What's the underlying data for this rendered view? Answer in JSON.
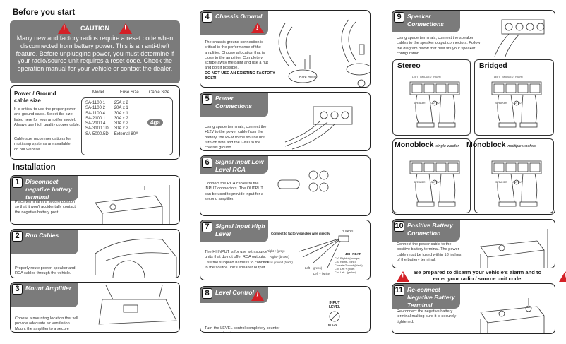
{
  "before": {
    "title": "Before you start",
    "caution_title": "CAUTION",
    "caution_text": "Many new and factory radios require a reset code when disconnected from battery power. This is an anti-theft feature. Before unplugging power, you must determine if your radio/source unit requires a reset code. Check the operation manual for your vehicle or contact the dealer."
  },
  "cable": {
    "title": "Power / Ground cable size",
    "text1": "It is critical to use the proper power and ground cable. Select the size listed here for your amplifier model. Always use high quality copper cable.",
    "text2": "Cable size recommendations for multi amp systems are available on our website.",
    "headers": [
      "Model",
      "Fuse Size",
      "Cable Size"
    ],
    "rows": [
      [
        "SA-1100.1",
        "25A x 2"
      ],
      [
        "SA-1100.2",
        "20A x 1"
      ],
      [
        "SA-1100.4",
        "30A x 1"
      ],
      [
        "SA-2100.1",
        "30A x 2"
      ],
      [
        "SA-2100.4",
        "30A x 2"
      ],
      [
        "SA-3100.1D",
        "30A x 2"
      ],
      [
        "SA-5000.5D",
        "External 80A"
      ]
    ],
    "cable_size": "4ga"
  },
  "installation": {
    "title": "Installation"
  },
  "steps": [
    {
      "n": "1",
      "title": "Disconnect negative battery terminal",
      "body": "Place terminal in a secure position so that it won't accidentally contact the negative battery post"
    },
    {
      "n": "2",
      "title": "Run Cables",
      "body": "Properly route power, speaker and RCA cables through the vehicle."
    },
    {
      "n": "3",
      "title": "Mount Amplifier",
      "body": "Choose a mounting location that will provide adequate air ventilation. Mount the amplifier to a secure surface. Do not mount the amplifier upside down."
    },
    {
      "n": "4",
      "title": "Chassis Ground",
      "body": "The chassis ground connection is critical to the performance of the amplifier. Choose a location that is close to the amplifier. Completely scrape away the paint and use a nut and bolt if possible.",
      "warning": "DO NOT USE AN EXISTING FACTORY BOLT!",
      "label": "Bare metal"
    },
    {
      "n": "5",
      "title": "Power Connections",
      "body": "Using spade terminals, connect the +12V to the power cable from the battery, the REM to the source unit turn-on wire and the GND to the chassis ground.."
    },
    {
      "n": "6",
      "title": "Signal Input Low Level RCA",
      "body": "Connect the RCA cables to the INPUT connectors. The OUTPUT can be used to provide input for a second amplifier."
    },
    {
      "n": "7",
      "title": "Signal Input High Level",
      "body": "The HI INPUT is for use with source units that do not offer RCA outputs. Use the supplied harness to connect to the source unit's speaker output.",
      "caption": "Connect to factory speaker wire directly",
      "connector": "HI INPUT",
      "wires": [
        "Right + (gray)",
        "Right - (brown)",
        "Chassis ground (black)",
        "Left - (green)",
        "Left + (white)"
      ],
      "rear_title": "4CH REAR",
      "rear": [
        "Ch3 Right + (orange)",
        "Ch3 Right - (pink)",
        "Chassis Ground (black)",
        "Ch4 Left + (blue)",
        "Ch4 Left - (yellow)"
      ]
    },
    {
      "n": "8",
      "title": "Level Control",
      "body": "Turn the LEVEL control completely counter-clockwise to minimum.",
      "knob_label": "INPUT LEVEL",
      "knob_range": "6V 0.2V"
    },
    {
      "n": "9",
      "title": "Speaker Connections",
      "body": "Using spade terminals, connect the speaker cables to the speaker output connectors. Follow the diagram below that best fits your speaker configuration."
    },
    {
      "n": "10",
      "title": "Positive Battery Connection",
      "body": "Connect the power cable to the positive battery terminal. The power cable must be fused within 18 inches of the battery terminal."
    },
    {
      "n": "11",
      "title": "Re-connect Negative Battery Terminal",
      "body": "Re-connect the negative battery terminal making sure it is securely tightened."
    }
  ],
  "configs": {
    "stereo": "Stereo",
    "bridged": "Bridged",
    "mono1": "Monoblock",
    "mono1_sub": "single woofer",
    "mono2": "Monoblock",
    "mono2_sub": "multiple woofers",
    "left": "LEFT",
    "right": "RIGHT",
    "bridged_label": "BRIDGED",
    "speaker": "SPEAKER",
    "output": "OUTPUT"
  },
  "alarm_warning": "Be prepared to disarm your vehicle's alarm and to enter your radio / source unit code.",
  "colors": {
    "tab": "#7b7b7b",
    "warning": "#d42026"
  }
}
